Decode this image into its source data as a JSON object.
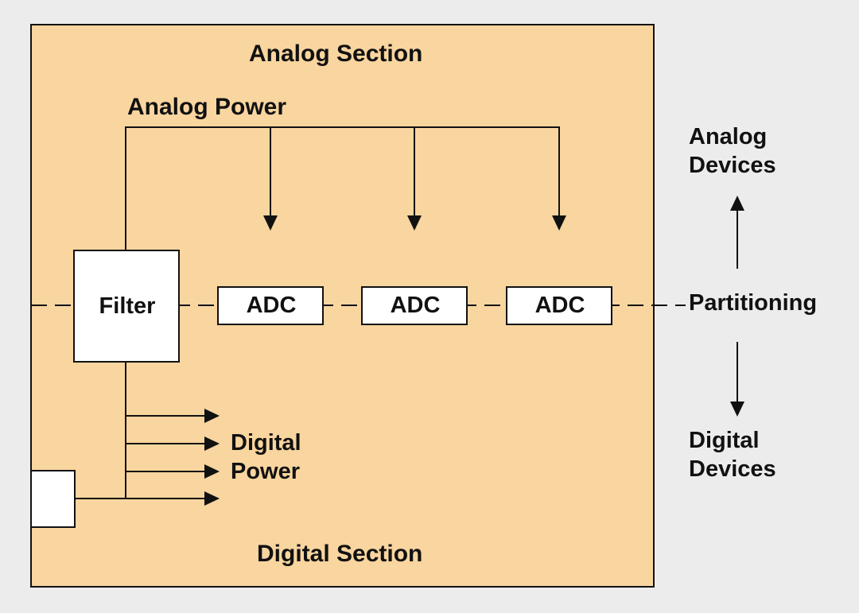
{
  "colors": {
    "page_background": "#ececec",
    "section_fill": "#f9d59f",
    "block_fill": "#ffffff",
    "stroke": "#111111"
  },
  "labels": {
    "analog_section": "Analog Section",
    "digital_section": "Digital Section",
    "analog_power": "Analog Power",
    "digital_power_line1": "Digital",
    "digital_power_line2": "Power",
    "analog_devices_line1": "Analog",
    "analog_devices_line2": "Devices",
    "digital_devices_line1": "Digital",
    "digital_devices_line2": "Devices",
    "partitioning": "Partitioning"
  },
  "blocks": {
    "filter": "Filter",
    "adcs": [
      "ADC",
      "ADC",
      "ADC"
    ]
  }
}
